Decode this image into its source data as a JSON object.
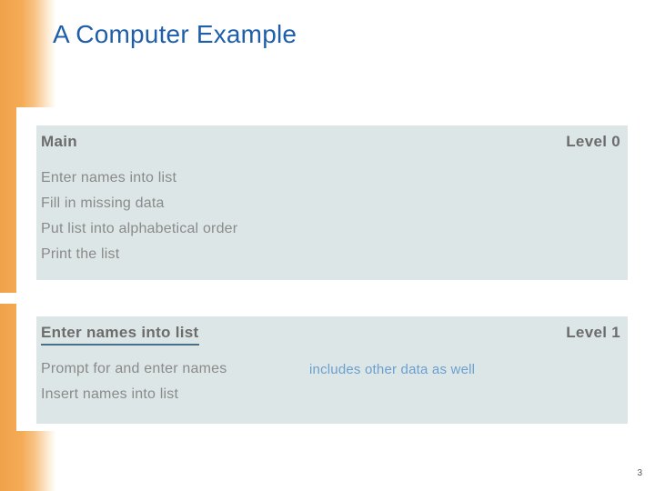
{
  "slide": {
    "title": "A Computer Example",
    "page_number": "3",
    "title_color": "#1f5fa9"
  },
  "modules": [
    {
      "name": "Main",
      "level": "Level 0",
      "underlined": false,
      "steps": [
        "Enter names into list",
        "Fill in missing data",
        "Put list into alphabetical order",
        "Print the list"
      ],
      "annotation": ""
    },
    {
      "name": "Enter names into list",
      "level": "Level 1",
      "underlined": true,
      "steps": [
        "Prompt for and enter names",
        "Insert names into list"
      ],
      "annotation": "includes other data as well"
    }
  ],
  "colors": {
    "box_fill": "#dde6e6",
    "text_gray": "#8a8a8a",
    "header_gray": "#6c6c6c",
    "annotation_blue": "#6a9fcf",
    "accent_orange": "#f0a24a"
  }
}
